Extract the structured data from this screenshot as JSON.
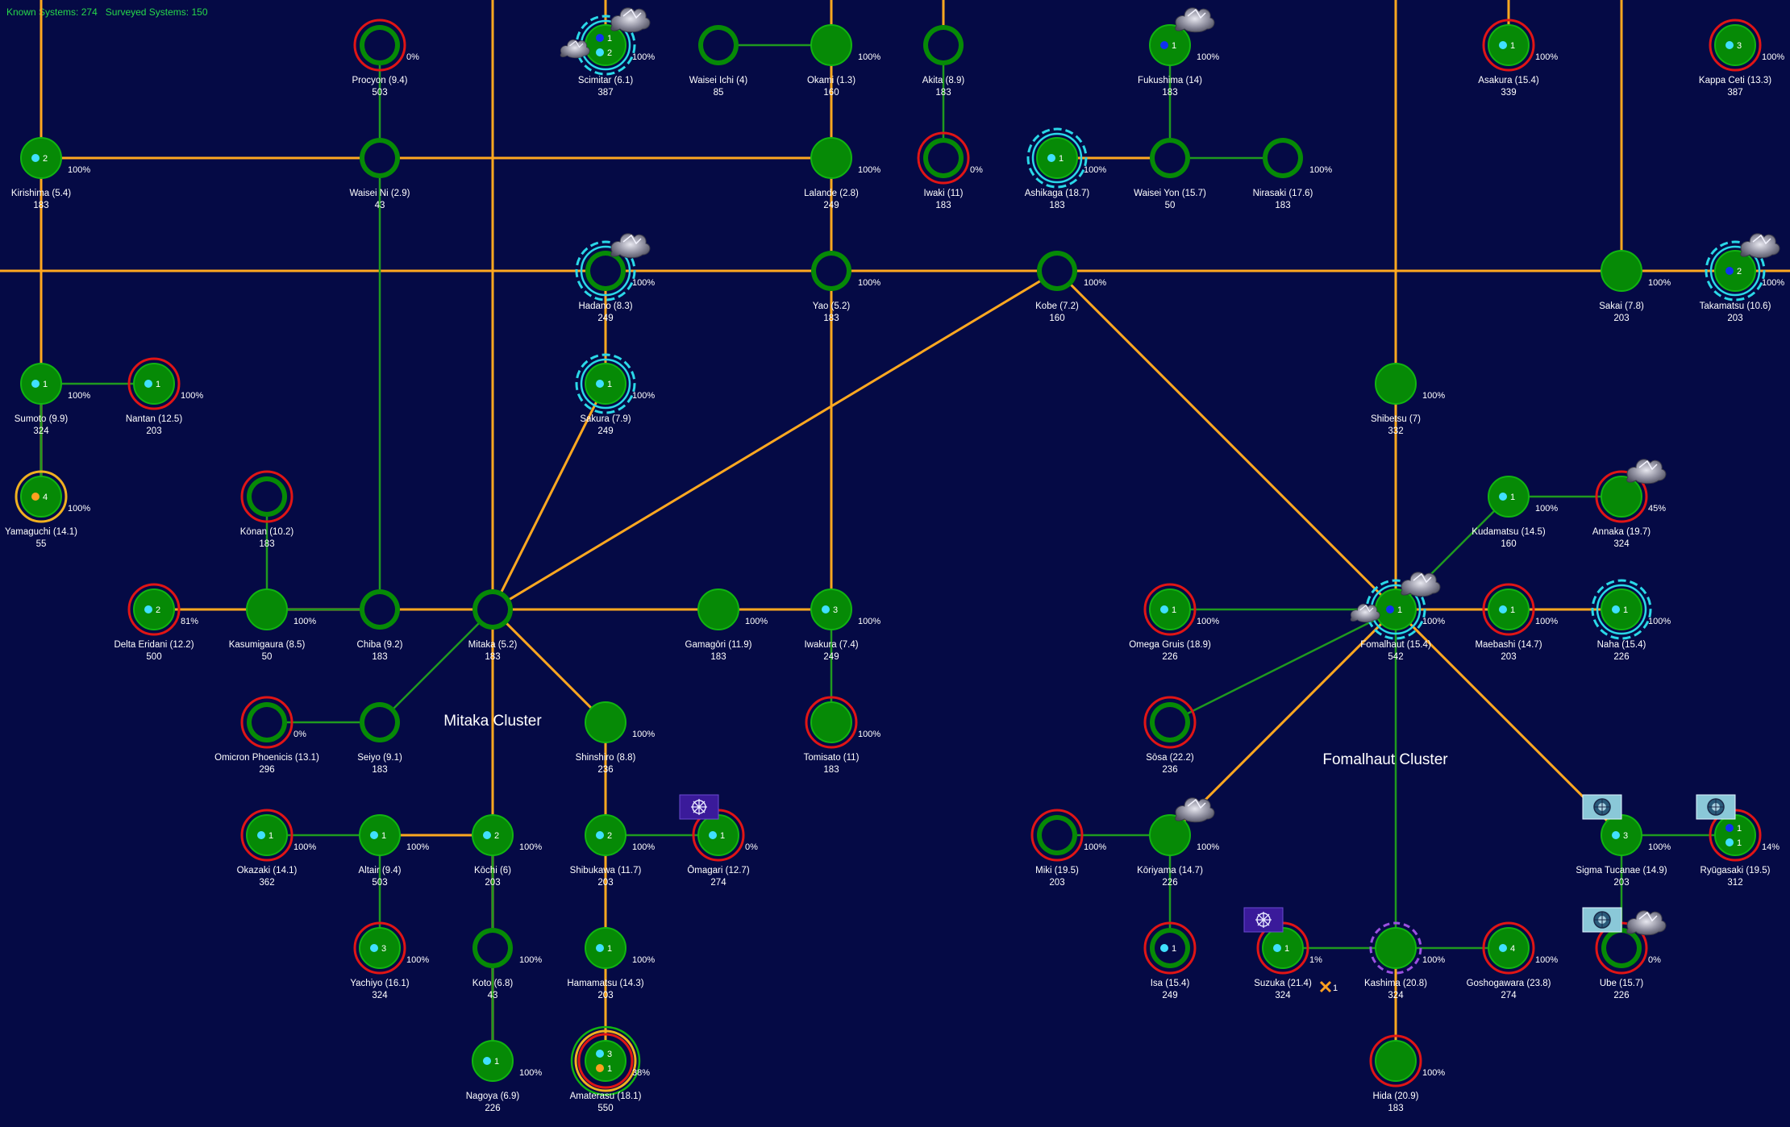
{
  "status": {
    "known_label": "Known Systems:",
    "known_value": "274",
    "surveyed_label": "Surveyed Systems:",
    "surveyed_value": "150"
  },
  "colors": {
    "background": "#050a45",
    "jump_lane": "#ffa820",
    "link_lane": "#1f9a1f",
    "system_fill": "#068a06",
    "ring_green": "#11b411",
    "ring_red": "#e01515",
    "ring_cyan": "#2ad8e8",
    "ring_yellow": "#f0b020",
    "ring_purple": "#9a50e0",
    "dot_cyan": "#40e0ff",
    "dot_blue": "#1030f0",
    "dot_orange": "#ffa020",
    "flag_purple": "#3a1a9a",
    "flag_cyan": "#8ac8d8",
    "text": "#ffffff"
  },
  "clusters": [
    {
      "name": "Mitaka Cluster"
    },
    {
      "name": "Fomalhaut Cluster"
    }
  ],
  "systems": [
    {
      "id": "procyon",
      "name": "Procyon",
      "dist": "(9.4)",
      "pop": "503",
      "pct": "0%",
      "ring": "red",
      "fill": "hollow"
    },
    {
      "id": "scimitar",
      "name": "Scimitar",
      "dist": "(6.1)",
      "pop": "387",
      "pct": "100%",
      "ring": "cyan",
      "fill": "solid",
      "dots": [
        {
          "c": "blue",
          "n": "1"
        },
        {
          "c": "cyan",
          "n": "2"
        }
      ],
      "nebula": "nebula-icon",
      "nebula2": "nebula-icon"
    },
    {
      "id": "waisei-ichi",
      "name": "Waisei Ichi",
      "dist": "(4)",
      "pop": "85",
      "ring": "green",
      "fill": "hollow"
    },
    {
      "id": "okami",
      "name": "Okami",
      "dist": "(1.3)",
      "pop": "160",
      "pct": "100%",
      "ring": "green",
      "fill": "solid"
    },
    {
      "id": "akita",
      "name": "Akita",
      "dist": "(8.9)",
      "pop": "183",
      "ring": "green",
      "fill": "hollow"
    },
    {
      "id": "fukushima",
      "name": "Fukushima",
      "dist": "(14)",
      "pop": "183",
      "pct": "100%",
      "ring": "green",
      "fill": "solid",
      "dots": [
        {
          "c": "blue",
          "n": "1"
        }
      ],
      "nebula": "nebula-icon"
    },
    {
      "id": "asakura",
      "name": "Asakura",
      "dist": "(15.4)",
      "pop": "339",
      "pct": "100%",
      "ring": "red",
      "fill": "solid",
      "dots": [
        {
          "c": "cyan",
          "n": "1"
        }
      ]
    },
    {
      "id": "kappa-ceti",
      "name": "Kappa Ceti",
      "dist": "(13.3)",
      "pop": "387",
      "pct": "100%",
      "ring": "red",
      "fill": "solid",
      "dots": [
        {
          "c": "cyan",
          "n": "3"
        }
      ]
    },
    {
      "id": "kirishima",
      "name": "Kirishima",
      "dist": "(5.4)",
      "pop": "183",
      "pct": "100%",
      "ring": "green",
      "fill": "solid",
      "dots": [
        {
          "c": "cyan",
          "n": "2"
        }
      ]
    },
    {
      "id": "waisei-ni",
      "name": "Waisei Ni",
      "dist": "(2.9)",
      "pop": "43",
      "ring": "green",
      "fill": "hollow"
    },
    {
      "id": "lalande",
      "name": "Lalande",
      "dist": "(2.8)",
      "pop": "249",
      "pct": "100%",
      "ring": "green",
      "fill": "solid"
    },
    {
      "id": "iwaki",
      "name": "Iwaki",
      "dist": "(11)",
      "pop": "183",
      "pct": "0%",
      "ring": "red",
      "fill": "hollow"
    },
    {
      "id": "ashikaga",
      "name": "Ashikaga",
      "dist": "(18.7)",
      "pop": "183",
      "pct": "100%",
      "ring": "cyan",
      "fill": "solid",
      "dots": [
        {
          "c": "cyan",
          "n": "1"
        }
      ]
    },
    {
      "id": "waisei-yon",
      "name": "Waisei Yon",
      "dist": "(15.7)",
      "pop": "50",
      "ring": "green",
      "fill": "hollow"
    },
    {
      "id": "nirasaki",
      "name": "Nirasaki",
      "dist": "(17.6)",
      "pop": "183",
      "pct": "100%",
      "ring": "green",
      "fill": "hollow"
    },
    {
      "id": "hadano",
      "name": "Hadano",
      "dist": "(8.3)",
      "pop": "249",
      "pct": "100%",
      "ring": "cyan",
      "fill": "hollow",
      "nebula": "nebula-icon"
    },
    {
      "id": "yao",
      "name": "Yao",
      "dist": "(5.2)",
      "pop": "183",
      "pct": "100%",
      "ring": "green",
      "fill": "hollow"
    },
    {
      "id": "kobe",
      "name": "Kobe",
      "dist": "(7.2)",
      "pop": "160",
      "pct": "100%",
      "ring": "green",
      "fill": "hollow"
    },
    {
      "id": "sakai",
      "name": "Sakai",
      "dist": "(7.8)",
      "pop": "203",
      "pct": "100%",
      "ring": "green",
      "fill": "solid"
    },
    {
      "id": "takamatsu",
      "name": "Takamatsu",
      "dist": "(10.6)",
      "pop": "203",
      "pct": "100%",
      "ring": "cyan",
      "fill": "solid",
      "dots": [
        {
          "c": "blue",
          "n": "2"
        }
      ],
      "nebula": "nebula-icon"
    },
    {
      "id": "sumoto",
      "name": "Sumoto",
      "dist": "(9.9)",
      "pop": "324",
      "pct": "100%",
      "ring": "green",
      "fill": "solid",
      "dots": [
        {
          "c": "cyan",
          "n": "1"
        }
      ]
    },
    {
      "id": "nantan",
      "name": "Nantan",
      "dist": "(12.5)",
      "pop": "203",
      "pct": "100%",
      "ring": "red",
      "fill": "solid",
      "dots": [
        {
          "c": "cyan",
          "n": "1"
        }
      ]
    },
    {
      "id": "sakura",
      "name": "Sakura",
      "dist": "(7.9)",
      "pop": "249",
      "pct": "100%",
      "ring": "cyan",
      "fill": "solid",
      "dots": [
        {
          "c": "cyan",
          "n": "1"
        }
      ]
    },
    {
      "id": "shibetsu",
      "name": "Shibetsu",
      "dist": "(7)",
      "pop": "332",
      "pct": "100%",
      "ring": "green",
      "fill": "solid"
    },
    {
      "id": "yamaguchi",
      "name": "Yamaguchi",
      "dist": "(14.1)",
      "pop": "55",
      "pct": "100%",
      "ring": "yellow",
      "fill": "solid",
      "dots": [
        {
          "c": "orange",
          "n": "4"
        }
      ]
    },
    {
      "id": "konan",
      "name": "Kōnan",
      "dist": "(10.2)",
      "pop": "183",
      "ring": "red",
      "fill": "hollow"
    },
    {
      "id": "kudamatsu",
      "name": "Kudamatsu",
      "dist": "(14.5)",
      "pop": "160",
      "pct": "100%",
      "ring": "green",
      "fill": "solid",
      "dots": [
        {
          "c": "cyan",
          "n": "1"
        }
      ]
    },
    {
      "id": "annaka",
      "name": "Annaka",
      "dist": "(19.7)",
      "pop": "324",
      "pct": "45%",
      "ring": "red",
      "fill": "solid",
      "nebula": "nebula-icon"
    },
    {
      "id": "delta-eridani",
      "name": "Delta Eridani",
      "dist": "(12.2)",
      "pop": "500",
      "pct": "81%",
      "ring": "red",
      "fill": "solid",
      "dots": [
        {
          "c": "cyan",
          "n": "2"
        }
      ]
    },
    {
      "id": "kasumigaura",
      "name": "Kasumigaura",
      "dist": "(8.5)",
      "pop": "50",
      "pct": "100%",
      "ring": "green",
      "fill": "solid"
    },
    {
      "id": "chiba",
      "name": "Chiba",
      "dist": "(9.2)",
      "pop": "183",
      "ring": "green",
      "fill": "hollow"
    },
    {
      "id": "mitaka",
      "name": "Mitaka",
      "dist": "(5.2)",
      "pop": "183",
      "ring": "green",
      "fill": "hollow"
    },
    {
      "id": "gamagori",
      "name": "Gamagōri",
      "dist": "(11.9)",
      "pop": "183",
      "pct": "100%",
      "ring": "green",
      "fill": "solid"
    },
    {
      "id": "iwakura",
      "name": "Iwakura",
      "dist": "(7.4)",
      "pop": "249",
      "pct": "100%",
      "ring": "green",
      "fill": "solid",
      "dots": [
        {
          "c": "cyan",
          "n": "3"
        }
      ]
    },
    {
      "id": "omega-gruis",
      "name": "Omega Gruis",
      "dist": "(18.9)",
      "pop": "226",
      "pct": "100%",
      "ring": "red",
      "fill": "solid",
      "dots": [
        {
          "c": "cyan",
          "n": "1"
        }
      ]
    },
    {
      "id": "fomalhaut",
      "name": "Fomalhaut",
      "dist": "(15.4)",
      "pop": "542",
      "pct": "100%",
      "ring": "cyan",
      "fill": "solid",
      "dots": [
        {
          "c": "blue",
          "n": "1"
        }
      ],
      "nebula": "nebula-icon",
      "nebula2": "nebula-icon"
    },
    {
      "id": "maebashi",
      "name": "Maebashi",
      "dist": "(14.7)",
      "pop": "203",
      "pct": "100%",
      "ring": "red",
      "fill": "solid",
      "dots": [
        {
          "c": "cyan",
          "n": "1"
        }
      ]
    },
    {
      "id": "naha",
      "name": "Naha",
      "dist": "(15.4)",
      "pop": "226",
      "pct": "100%",
      "ring": "cyan",
      "fill": "solid",
      "dots": [
        {
          "c": "cyan",
          "n": "1"
        }
      ]
    },
    {
      "id": "omicron-phoenicis",
      "name": "Omicron Phoenicis",
      "dist": "(13.1)",
      "pop": "296",
      "pct": "0%",
      "ring": "red",
      "fill": "hollow"
    },
    {
      "id": "seiyo",
      "name": "Seiyo",
      "dist": "(9.1)",
      "pop": "183",
      "ring": "green",
      "fill": "hollow"
    },
    {
      "id": "shinshiro",
      "name": "Shinshiro",
      "dist": "(8.8)",
      "pop": "236",
      "pct": "100%",
      "ring": "green",
      "fill": "solid"
    },
    {
      "id": "tomisato",
      "name": "Tomisato",
      "dist": "(11)",
      "pop": "183",
      "pct": "100%",
      "ring": "red",
      "fill": "solid"
    },
    {
      "id": "sosa",
      "name": "Sōsa",
      "dist": "(22.2)",
      "pop": "236",
      "ring": "red",
      "fill": "hollow"
    },
    {
      "id": "okazaki",
      "name": "Okazaki",
      "dist": "(14.1)",
      "pop": "362",
      "pct": "100%",
      "ring": "red",
      "fill": "solid",
      "dots": [
        {
          "c": "cyan",
          "n": "1"
        }
      ]
    },
    {
      "id": "altair",
      "name": "Altair",
      "dist": "(9.4)",
      "pop": "503",
      "pct": "100%",
      "ring": "green",
      "fill": "solid",
      "dots": [
        {
          "c": "cyan",
          "n": "1"
        }
      ]
    },
    {
      "id": "kochi",
      "name": "Kōchi",
      "dist": "(6)",
      "pop": "203",
      "pct": "100%",
      "ring": "green",
      "fill": "solid",
      "dots": [
        {
          "c": "cyan",
          "n": "2"
        }
      ]
    },
    {
      "id": "shibukawa",
      "name": "Shibukawa",
      "dist": "(11.7)",
      "pop": "203",
      "pct": "100%",
      "ring": "green",
      "fill": "solid",
      "dots": [
        {
          "c": "cyan",
          "n": "2"
        }
      ]
    },
    {
      "id": "omagari",
      "name": "Ōmagari",
      "dist": "(12.7)",
      "pop": "274",
      "pct": "0%",
      "ring": "red",
      "fill": "solid",
      "dots": [
        {
          "c": "cyan",
          "n": "1"
        }
      ],
      "flag": "purple"
    },
    {
      "id": "miki",
      "name": "Miki",
      "dist": "(19.5)",
      "pop": "203",
      "pct": "100%",
      "ring": "red",
      "fill": "hollow"
    },
    {
      "id": "koriyama",
      "name": "Kōriyama",
      "dist": "(14.7)",
      "pop": "226",
      "pct": "100%",
      "ring": "green",
      "fill": "solid",
      "nebula": "nebula-icon"
    },
    {
      "id": "sigma-tucanae",
      "name": "Sigma Tucanae",
      "dist": "(14.9)",
      "pop": "203",
      "pct": "100%",
      "ring": "green",
      "fill": "solid",
      "dots": [
        {
          "c": "cyan",
          "n": "3"
        }
      ],
      "flag": "cyan"
    },
    {
      "id": "ryugasaki",
      "name": "Ryūgasaki",
      "dist": "(19.5)",
      "pop": "312",
      "pct": "14%",
      "ring": "red",
      "fill": "solid",
      "dots": [
        {
          "c": "blue",
          "n": "1"
        },
        {
          "c": "cyan",
          "n": "1"
        }
      ],
      "flag": "cyan"
    },
    {
      "id": "yachiyo",
      "name": "Yachiyo",
      "dist": "(16.1)",
      "pop": "324",
      "pct": "100%",
      "ring": "red",
      "fill": "solid",
      "dots": [
        {
          "c": "cyan",
          "n": "3"
        }
      ]
    },
    {
      "id": "koto",
      "name": "Koto",
      "dist": "(6.8)",
      "pop": "43",
      "pct": "100%",
      "ring": "green",
      "fill": "hollow"
    },
    {
      "id": "hamamatsu",
      "name": "Hamamatsu",
      "dist": "(14.3)",
      "pop": "203",
      "pct": "100%",
      "ring": "green",
      "fill": "solid",
      "dots": [
        {
          "c": "cyan",
          "n": "1"
        }
      ]
    },
    {
      "id": "isa",
      "name": "Isa",
      "dist": "(15.4)",
      "pop": "249",
      "ring": "red",
      "fill": "hollow",
      "dots": [
        {
          "c": "cyan",
          "n": "1"
        }
      ]
    },
    {
      "id": "suzuka",
      "name": "Suzuka",
      "dist": "(21.4)",
      "pop": "324",
      "pct": "1%",
      "ring": "red",
      "fill": "solid",
      "dots": [
        {
          "c": "cyan",
          "n": "1"
        }
      ],
      "flag": "purple",
      "marker": "1"
    },
    {
      "id": "kashima",
      "name": "Kashima",
      "dist": "(20.8)",
      "pop": "324",
      "pct": "100%",
      "ring": "purple",
      "fill": "solid"
    },
    {
      "id": "goshogawara",
      "name": "Goshogawara",
      "dist": "(23.8)",
      "pop": "274",
      "pct": "100%",
      "ring": "red",
      "fill": "solid",
      "dots": [
        {
          "c": "cyan",
          "n": "4"
        }
      ]
    },
    {
      "id": "ube",
      "name": "Ube",
      "dist": "(15.7)",
      "pop": "226",
      "pct": "0%",
      "ring": "red",
      "fill": "hollow",
      "flag": "cyan",
      "nebula": "nebula-icon"
    },
    {
      "id": "nagoya",
      "name": "Nagoya",
      "dist": "(6.9)",
      "pop": "226",
      "pct": "100%",
      "ring": "green",
      "fill": "solid",
      "dots": [
        {
          "c": "cyan",
          "n": "1"
        }
      ]
    },
    {
      "id": "amaterasu",
      "name": "Amaterasu",
      "dist": "(18.1)",
      "pop": "550",
      "pct": "38%",
      "ring": "multi",
      "fill": "solid",
      "dots": [
        {
          "c": "cyan",
          "n": "3"
        },
        {
          "c": "orange",
          "n": "1"
        }
      ]
    },
    {
      "id": "hida",
      "name": "Hida",
      "dist": "(20.9)",
      "pop": "183",
      "pct": "100%",
      "ring": "red",
      "fill": "solid"
    }
  ]
}
